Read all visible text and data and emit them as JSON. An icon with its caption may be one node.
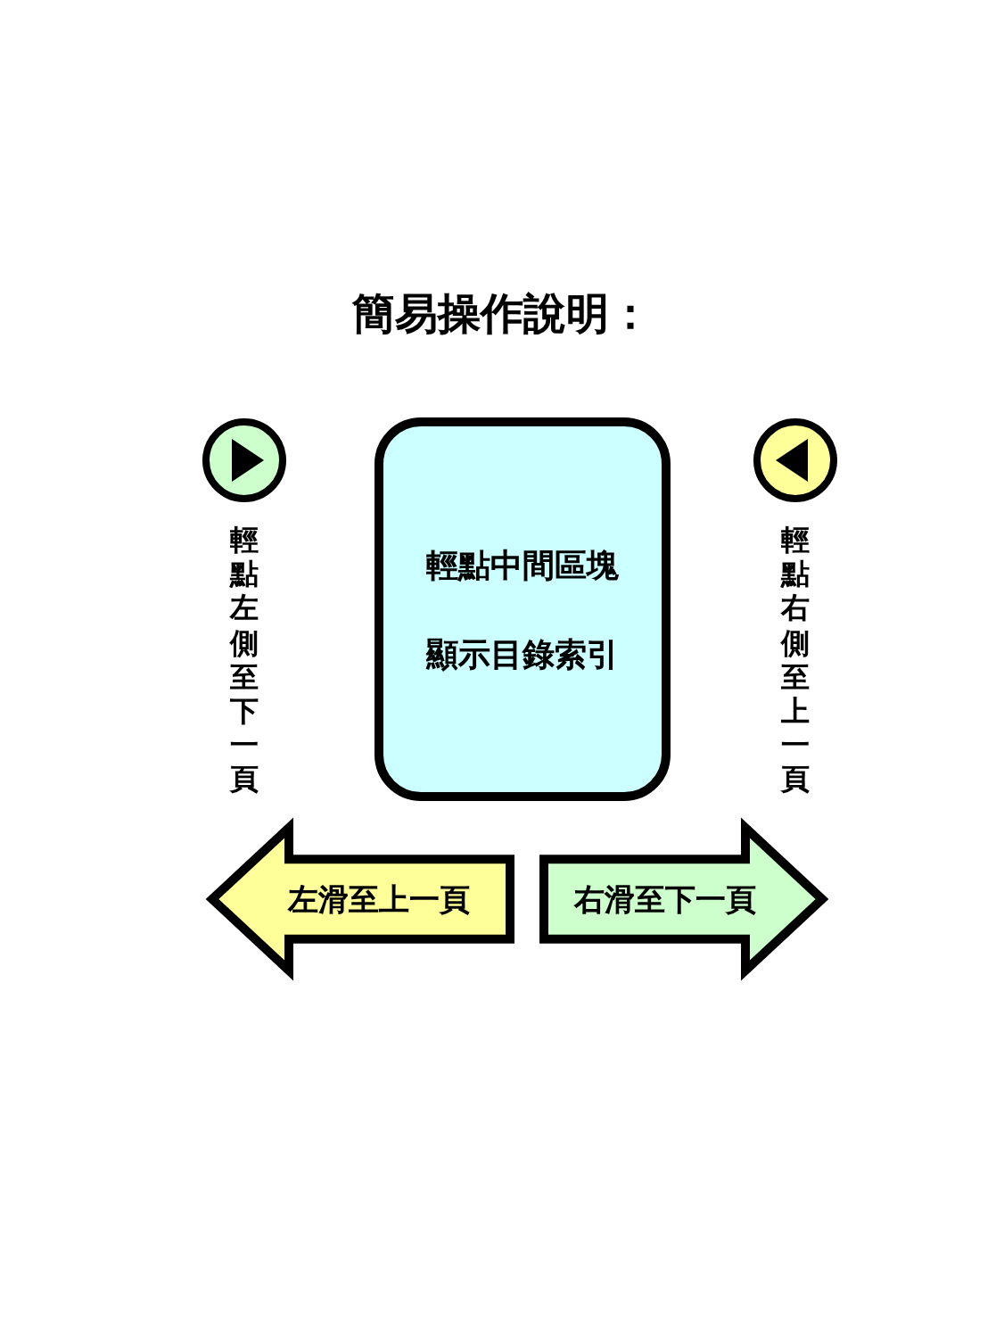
{
  "diagram": {
    "title": "簡易操作說明：",
    "nodes": [
      {
        "text": [
          "輕點中間區塊",
          "顯示目錄索引"
        ]
      },
      {
        "text": [
          "左滑至上一頁"
        ]
      },
      {
        "text": [
          "右滑至下一頁"
        ]
      }
    ],
    "labels": [
      "輕點左側至下一頁",
      "輕點右側至上一頁"
    ]
  }
}
